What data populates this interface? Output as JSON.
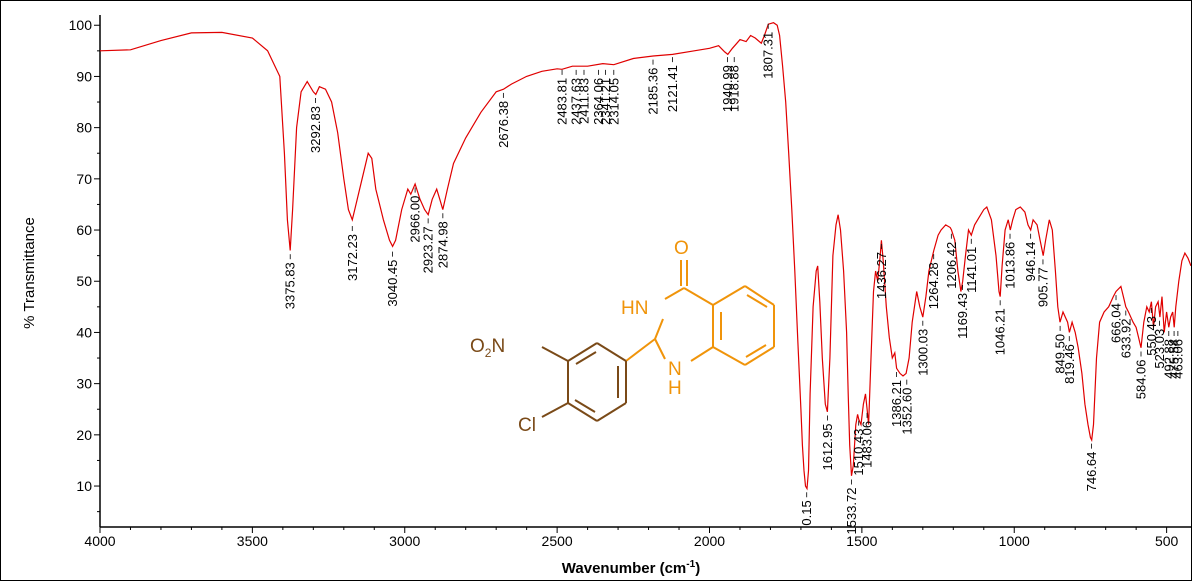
{
  "chart_data": {
    "type": "line",
    "xlabel": "Wavenumber (cm",
    "xlabel_sup": "-1",
    "xlabel_close": ")",
    "ylabel": "% Transmittance",
    "xlim": [
      4000,
      420
    ],
    "ylim": [
      2,
      102
    ],
    "x_reversed": true,
    "grid": false,
    "x_ticks": [
      4000,
      3500,
      3000,
      2500,
      2000,
      1500,
      1000,
      500
    ],
    "y_ticks": [
      100,
      90,
      80,
      70,
      60,
      50,
      40,
      30,
      20,
      10
    ],
    "series": [
      {
        "color": "#e00000",
        "points": [
          [
            4000,
            95
          ],
          [
            3900,
            95.2
          ],
          [
            3800,
            97
          ],
          [
            3700,
            98.5
          ],
          [
            3600,
            98.6
          ],
          [
            3500,
            97.5
          ],
          [
            3450,
            95
          ],
          [
            3410,
            90
          ],
          [
            3395,
            75
          ],
          [
            3385,
            62
          ],
          [
            3376,
            56
          ],
          [
            3368,
            64
          ],
          [
            3355,
            80
          ],
          [
            3340,
            87
          ],
          [
            3320,
            89
          ],
          [
            3300,
            87
          ],
          [
            3292,
            86.5
          ],
          [
            3280,
            88
          ],
          [
            3260,
            87.5
          ],
          [
            3240,
            85
          ],
          [
            3220,
            79
          ],
          [
            3200,
            70
          ],
          [
            3185,
            64
          ],
          [
            3172,
            62
          ],
          [
            3160,
            65
          ],
          [
            3140,
            70
          ],
          [
            3120,
            75
          ],
          [
            3108,
            74
          ],
          [
            3095,
            68
          ],
          [
            3070,
            62
          ],
          [
            3050,
            58
          ],
          [
            3040,
            56.8
          ],
          [
            3030,
            58
          ],
          [
            3010,
            64
          ],
          [
            2990,
            68
          ],
          [
            2980,
            67
          ],
          [
            2966,
            69
          ],
          [
            2950,
            66
          ],
          [
            2935,
            64
          ],
          [
            2923,
            63
          ],
          [
            2910,
            66
          ],
          [
            2895,
            68
          ],
          [
            2885,
            66
          ],
          [
            2875,
            64
          ],
          [
            2860,
            68
          ],
          [
            2840,
            73
          ],
          [
            2800,
            78
          ],
          [
            2750,
            83
          ],
          [
            2700,
            87
          ],
          [
            2676,
            87.5
          ],
          [
            2650,
            88.5
          ],
          [
            2600,
            90
          ],
          [
            2550,
            91
          ],
          [
            2500,
            91.5
          ],
          [
            2484,
            91.4
          ],
          [
            2450,
            92
          ],
          [
            2400,
            92
          ],
          [
            2350,
            92.5
          ],
          [
            2314,
            92.3
          ],
          [
            2250,
            93.5
          ],
          [
            2185,
            94
          ],
          [
            2121,
            94.3
          ],
          [
            2050,
            95
          ],
          [
            2000,
            95.5
          ],
          [
            1970,
            96
          ],
          [
            1950,
            94.8
          ],
          [
            1940,
            94.3
          ],
          [
            1925,
            95.5
          ],
          [
            1910,
            96.5
          ],
          [
            1900,
            97.2
          ],
          [
            1880,
            96.8
          ],
          [
            1865,
            98
          ],
          [
            1850,
            97.5
          ],
          [
            1830,
            96.5
          ],
          [
            1820,
            98
          ],
          [
            1807,
            100.2
          ],
          [
            1790,
            100.5
          ],
          [
            1778,
            100
          ],
          [
            1770,
            98
          ],
          [
            1760,
            92
          ],
          [
            1750,
            85
          ],
          [
            1740,
            75
          ],
          [
            1730,
            64
          ],
          [
            1720,
            52
          ],
          [
            1710,
            38
          ],
          [
            1700,
            25
          ],
          [
            1695,
            18
          ],
          [
            1690,
            13
          ],
          [
            1685,
            10
          ],
          [
            1680,
            9.5
          ],
          [
            1675,
            13
          ],
          [
            1670,
            28
          ],
          [
            1660,
            45
          ],
          [
            1650,
            52
          ],
          [
            1645,
            53
          ],
          [
            1638,
            46
          ],
          [
            1630,
            35
          ],
          [
            1620,
            26
          ],
          [
            1613,
            24.5
          ],
          [
            1605,
            35
          ],
          [
            1595,
            55
          ],
          [
            1585,
            61
          ],
          [
            1578,
            63
          ],
          [
            1570,
            60
          ],
          [
            1560,
            52
          ],
          [
            1550,
            40
          ],
          [
            1545,
            28
          ],
          [
            1540,
            18
          ],
          [
            1534,
            12
          ],
          [
            1528,
            14
          ],
          [
            1520,
            22
          ],
          [
            1514,
            24
          ],
          [
            1510,
            23
          ],
          [
            1503,
            22
          ],
          [
            1495,
            26
          ],
          [
            1488,
            28
          ],
          [
            1483,
            25
          ],
          [
            1478,
            22
          ],
          [
            1470,
            35
          ],
          [
            1462,
            48
          ],
          [
            1455,
            52
          ],
          [
            1448,
            50
          ],
          [
            1440,
            55
          ],
          [
            1436,
            58
          ],
          [
            1430,
            54
          ],
          [
            1420,
            45
          ],
          [
            1410,
            39
          ],
          [
            1400,
            35
          ],
          [
            1392,
            36
          ],
          [
            1386,
            33
          ],
          [
            1375,
            32
          ],
          [
            1365,
            31.5
          ],
          [
            1355,
            32
          ],
          [
            1345,
            35
          ],
          [
            1335,
            42
          ],
          [
            1320,
            48
          ],
          [
            1310,
            45
          ],
          [
            1300,
            43
          ],
          [
            1290,
            47
          ],
          [
            1280,
            52
          ],
          [
            1264,
            56
          ],
          [
            1250,
            59
          ],
          [
            1240,
            60
          ],
          [
            1225,
            61
          ],
          [
            1210,
            60.5
          ],
          [
            1206,
            60
          ],
          [
            1195,
            58
          ],
          [
            1185,
            52
          ],
          [
            1175,
            48
          ],
          [
            1169,
            50
          ],
          [
            1160,
            55
          ],
          [
            1150,
            60
          ],
          [
            1141,
            59
          ],
          [
            1130,
            61
          ],
          [
            1115,
            62.5
          ],
          [
            1100,
            64
          ],
          [
            1090,
            64.5
          ],
          [
            1075,
            62
          ],
          [
            1060,
            55
          ],
          [
            1050,
            48
          ],
          [
            1046,
            47
          ],
          [
            1040,
            53
          ],
          [
            1030,
            60
          ],
          [
            1020,
            62
          ],
          [
            1013,
            60
          ],
          [
            1005,
            62
          ],
          [
            995,
            64
          ],
          [
            980,
            64.5
          ],
          [
            965,
            63.5
          ],
          [
            955,
            61
          ],
          [
            946,
            60
          ],
          [
            938,
            62
          ],
          [
            925,
            61
          ],
          [
            915,
            58
          ],
          [
            905,
            55
          ],
          [
            897,
            58
          ],
          [
            885,
            62
          ],
          [
            875,
            60
          ],
          [
            865,
            52
          ],
          [
            857,
            45
          ],
          [
            850,
            42
          ],
          [
            840,
            44
          ],
          [
            825,
            42
          ],
          [
            819,
            40
          ],
          [
            810,
            42
          ],
          [
            800,
            40
          ],
          [
            790,
            37
          ],
          [
            778,
            32
          ],
          [
            768,
            26
          ],
          [
            758,
            22
          ],
          [
            750,
            19.5
          ],
          [
            746,
            19
          ],
          [
            740,
            22
          ],
          [
            730,
            35
          ],
          [
            720,
            42
          ],
          [
            705,
            44
          ],
          [
            690,
            45
          ],
          [
            675,
            47
          ],
          [
            666,
            48
          ],
          [
            650,
            49
          ],
          [
            640,
            46.5
          ],
          [
            634,
            45
          ],
          [
            625,
            44
          ],
          [
            610,
            42
          ],
          [
            600,
            41
          ],
          [
            592,
            39
          ],
          [
            584,
            37
          ],
          [
            575,
            42
          ],
          [
            565,
            45
          ],
          [
            557,
            44
          ],
          [
            550,
            46
          ],
          [
            543,
            41
          ],
          [
            536,
            45
          ],
          [
            528,
            46
          ],
          [
            522,
            43
          ],
          [
            515,
            47
          ],
          [
            508,
            40
          ],
          [
            500,
            44
          ],
          [
            493,
            41
          ],
          [
            487,
            43
          ],
          [
            480,
            44
          ],
          [
            475,
            41
          ],
          [
            470,
            45
          ],
          [
            460,
            50
          ],
          [
            450,
            54
          ],
          [
            440,
            55.5
          ],
          [
            430,
            54.5
          ],
          [
            420,
            53
          ]
        ]
      }
    ],
    "annotations": [
      {
        "label": "3375.83",
        "x": 3375.83,
        "y_top": 54.5
      },
      {
        "label": "3292.83",
        "x": 3292.83,
        "y_top": 85
      },
      {
        "label": "3172.23",
        "x": 3172.23,
        "y_top": 60
      },
      {
        "label": "3040.45",
        "x": 3040.45,
        "y_top": 55
      },
      {
        "label": "2966.00",
        "x": 2966.0,
        "y_top": 67.5
      },
      {
        "label": "2923.27",
        "x": 2923.27,
        "y_top": 61.5
      },
      {
        "label": "2874.98",
        "x": 2874.98,
        "y_top": 62.5
      },
      {
        "label": "2676.38",
        "x": 2676.38,
        "y_top": 86
      },
      {
        "label": "2483.81",
        "x": 2483.81,
        "y_top": 90.5
      },
      {
        "label": "2437.63",
        "x": 2437.63,
        "y_top": 90.5
      },
      {
        "label": "2411.83",
        "x": 2411.83,
        "y_top": 90.5
      },
      {
        "label": "2364.06",
        "x": 2364.06,
        "y_top": 90.5
      },
      {
        "label": "2341.21",
        "x": 2341.21,
        "y_top": 90.5
      },
      {
        "label": "2314.05",
        "x": 2314.05,
        "y_top": 90.5
      },
      {
        "label": "2185.36",
        "x": 2185.36,
        "y_top": 92.5
      },
      {
        "label": "2121.41",
        "x": 2121.41,
        "y_top": 93
      },
      {
        "label": "1940.99",
        "x": 1940.99,
        "y_top": 93
      },
      {
        "label": "1918.88",
        "x": 1918.88,
        "y_top": 93
      },
      {
        "label": "1807.31",
        "x": 1807.31,
        "y_top": 99.5
      },
      {
        "label": "0.15",
        "x": 1681.0,
        "y_top": 8
      },
      {
        "label": "1612.95",
        "x": 1612.95,
        "y_top": 23
      },
      {
        "label": "1533.72",
        "x": 1533.72,
        "y_top": 10.5
      },
      {
        "label": "1510.43",
        "x": 1510.43,
        "y_top": 22
      },
      {
        "label": "1483.06",
        "x": 1483.06,
        "y_top": 23.5
      },
      {
        "label": "1436.27",
        "x": 1436.27,
        "y_top": 56.5
      },
      {
        "label": "1386.21",
        "x": 1386.21,
        "y_top": 31.5
      },
      {
        "label": "1352.60",
        "x": 1352.6,
        "y_top": 30
      },
      {
        "label": "1300.03",
        "x": 1300.03,
        "y_top": 41.5
      },
      {
        "label": "1264.28",
        "x": 1264.28,
        "y_top": 54.5
      },
      {
        "label": "1206.42",
        "x": 1206.42,
        "y_top": 58.5
      },
      {
        "label": "1169.43",
        "x": 1169.43,
        "y_top": 48.5
      },
      {
        "label": "1141.01",
        "x": 1141.01,
        "y_top": 57.5
      },
      {
        "label": "1046.21",
        "x": 1046.21,
        "y_top": 45.5
      },
      {
        "label": "1013.86",
        "x": 1013.86,
        "y_top": 58.5
      },
      {
        "label": "946.14",
        "x": 946.14,
        "y_top": 58.5
      },
      {
        "label": "905.77",
        "x": 905.77,
        "y_top": 53.5
      },
      {
        "label": "849.50",
        "x": 849.5,
        "y_top": 40.5
      },
      {
        "label": "819.46",
        "x": 819.46,
        "y_top": 38.5
      },
      {
        "label": "746.64",
        "x": 746.64,
        "y_top": 17.5
      },
      {
        "label": "666.04",
        "x": 666.04,
        "y_top": 46.5
      },
      {
        "label": "633.92",
        "x": 633.92,
        "y_top": 43.5
      },
      {
        "label": "584.06",
        "x": 584.06,
        "y_top": 35.5
      },
      {
        "label": "550.43",
        "x": 550.43,
        "y_top": 44
      },
      {
        "label": "523.03",
        "x": 523.03,
        "y_top": 41.5
      },
      {
        "label": "492.88",
        "x": 492.88,
        "y_top": 39.5
      },
      {
        "label": "475.54",
        "x": 475.54,
        "y_top": 39.5
      },
      {
        "label": "463.06",
        "x": 463.06,
        "y_top": 39.5
      }
    ]
  },
  "molecule": {
    "substituent_o": "O",
    "substituent_sub": "2",
    "substituent_n": "N",
    "chloro": "Cl",
    "carbonyl_o": "O",
    "amide_nh": "HN",
    "amine_n": "N",
    "amine_h": "H",
    "colors": {
      "nitrochlorophenyl": "#7a4a18",
      "quinazolinone": "#f0940a"
    }
  }
}
